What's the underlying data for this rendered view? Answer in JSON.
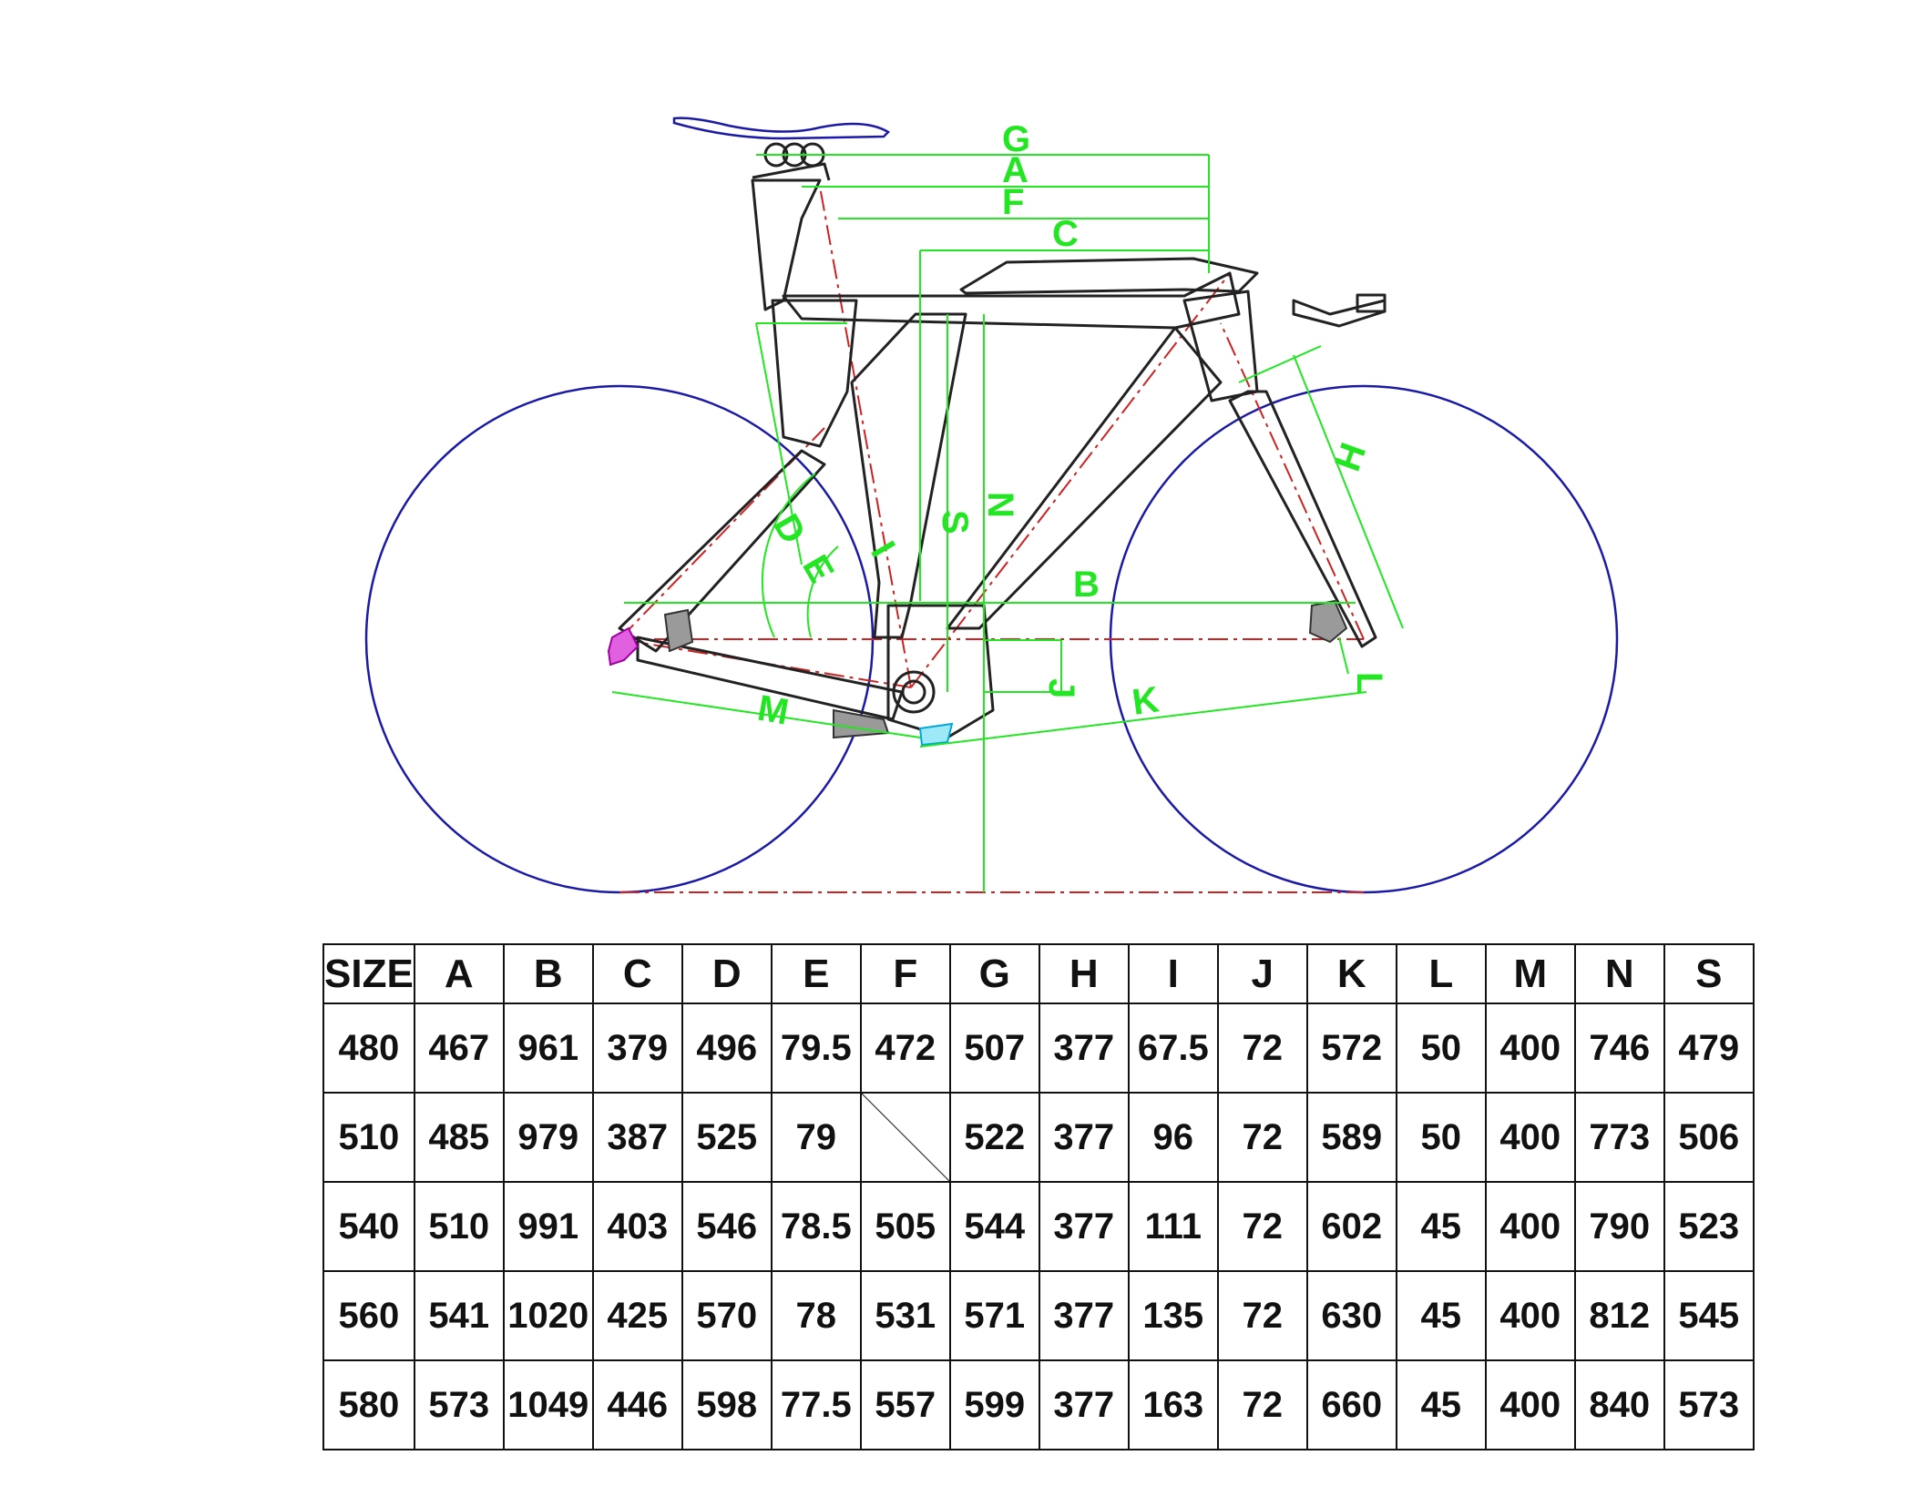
{
  "drawing": {
    "dimension_labels": [
      "G",
      "A",
      "F",
      "C",
      "S",
      "N",
      "H",
      "D",
      "E",
      "I",
      "B",
      "J",
      "M",
      "K",
      "L"
    ],
    "colors": {
      "frame": "#222222",
      "wheels": "#1a1aa6",
      "dimensions": "#22e622",
      "centerlines": "#cc2222",
      "saddle": "#1a1aa6",
      "derailleur": "#d400d4",
      "bb_accent": "#00c8e8"
    }
  },
  "table": {
    "headers": [
      "SIZE",
      "A",
      "B",
      "C",
      "D",
      "E",
      "F",
      "G",
      "H",
      "I",
      "J",
      "K",
      "L",
      "M",
      "N",
      "S"
    ],
    "rows": [
      [
        "480",
        "467",
        "961",
        "379",
        "496",
        "79.5",
        "472",
        "507",
        "377",
        "67.5",
        "72",
        "572",
        "50",
        "400",
        "746",
        "479"
      ],
      [
        "510",
        "485",
        "979",
        "387",
        "525",
        "79",
        "",
        "522",
        "377",
        "96",
        "72",
        "589",
        "50",
        "400",
        "773",
        "506"
      ],
      [
        "540",
        "510",
        "991",
        "403",
        "546",
        "78.5",
        "505",
        "544",
        "377",
        "111",
        "72",
        "602",
        "45",
        "400",
        "790",
        "523"
      ],
      [
        "560",
        "541",
        "1020",
        "425",
        "570",
        "78",
        "531",
        "571",
        "377",
        "135",
        "72",
        "630",
        "45",
        "400",
        "812",
        "545"
      ],
      [
        "580",
        "573",
        "1049",
        "446",
        "598",
        "77.5",
        "557",
        "599",
        "377",
        "163",
        "72",
        "660",
        "45",
        "400",
        "840",
        "573"
      ]
    ]
  }
}
